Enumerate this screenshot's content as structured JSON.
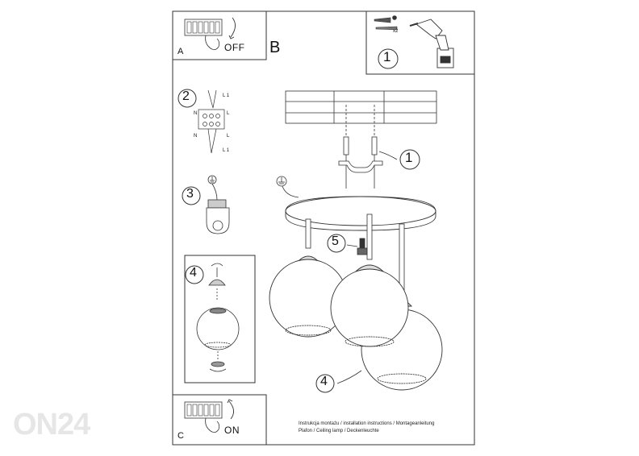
{
  "panels": {
    "a": {
      "letter": "A",
      "state": "OFF"
    },
    "b": {
      "letter": "B"
    },
    "c": {
      "letter": "C",
      "state": "ON"
    }
  },
  "steps": {
    "drill": "1",
    "mount": "1",
    "wiring": "2",
    "ground": "3",
    "shade_detail": "4",
    "shade_main": "4",
    "bulb": "5"
  },
  "wiring_labels": {
    "l1_top": "L 1",
    "l1_bottom": "L 1",
    "n": "N",
    "l": "L",
    "n2": "N",
    "l2": "L"
  },
  "screws_qty": "x2",
  "caption": {
    "line1": "Instrukcja montażu / installation instructions / Montageanleitung",
    "line2": "Plafon / Ceiling lamp / Deckenleuchte"
  },
  "watermark": "ON24"
}
